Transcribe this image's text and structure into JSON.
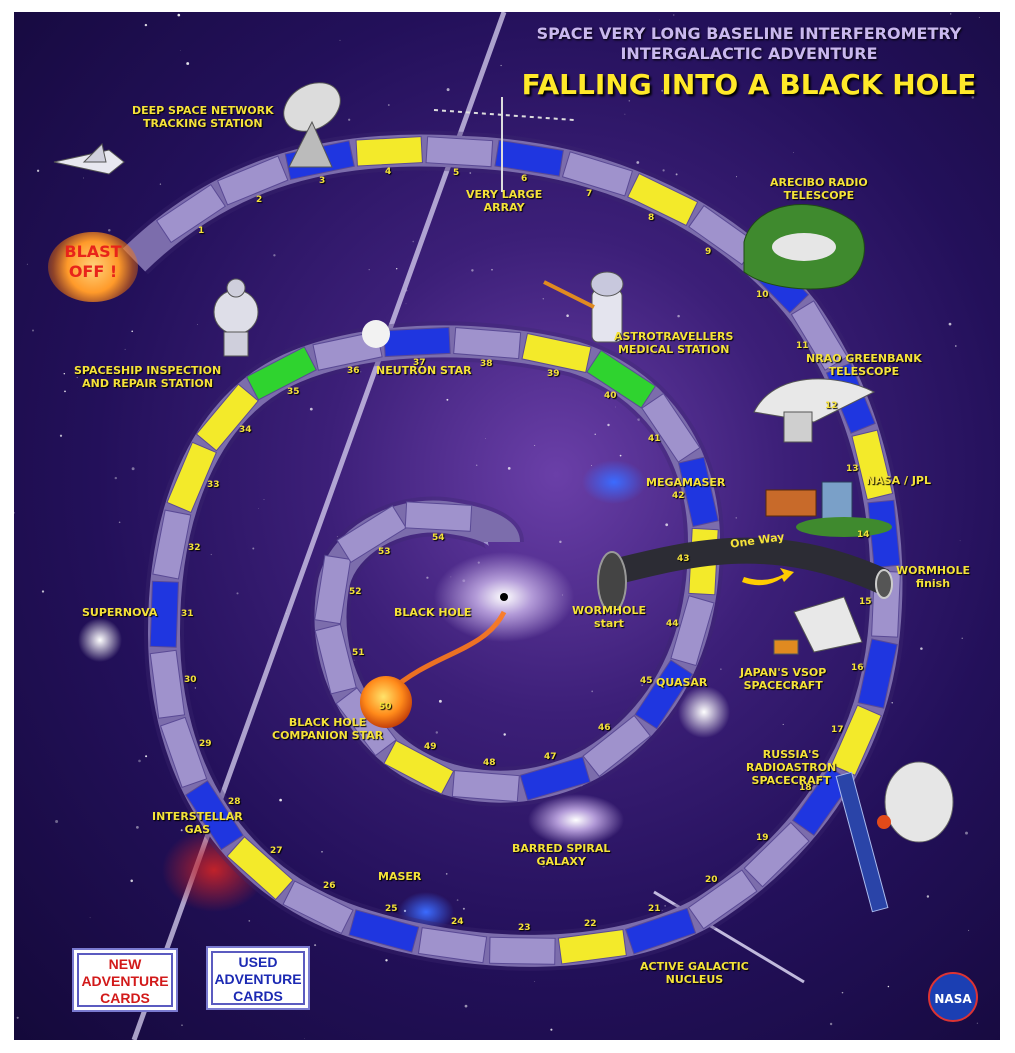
{
  "title": {
    "line1": "SPACE VERY LONG BASELINE INTERFEROMETRY",
    "line2": "INTERGALACTIC ADVENTURE",
    "main": "FALLING INTO A BLACK HOLE"
  },
  "start": {
    "label_line1": "BLAST",
    "label_line2": "OFF !"
  },
  "locations": {
    "deep_space": [
      "DEEP SPACE NETWORK",
      "TRACKING STATION"
    ],
    "vla": [
      "VERY LARGE",
      "ARRAY"
    ],
    "arecibo": [
      "ARECIBO RADIO",
      "TELESCOPE"
    ],
    "astro_med": [
      "ASTROTRAVELLERS",
      "MEDICAL STATION"
    ],
    "greenbank": [
      "NRAO GREENBANK",
      "TELESCOPE"
    ],
    "spaceship_repair": [
      "SPACESHIP INSPECTION",
      "AND REPAIR STATION"
    ],
    "neutron_star": "NEUTRON STAR",
    "megamaser": "MEGAMASER",
    "nasa_jpl": "NASA / JPL",
    "wormhole_finish": [
      "WORMHOLE",
      "finish"
    ],
    "wormhole_start": [
      "WORMHOLE",
      "start"
    ],
    "one_way": "One Way",
    "black_hole": "BLACK HOLE",
    "supernova": "SUPERNOVA",
    "quasar": "QUASAR",
    "vsop": [
      "JAPAN'S VSOP",
      "SPACECRAFT"
    ],
    "companion": [
      "BLACK HOLE",
      "COMPANION STAR"
    ],
    "radioastron": [
      "RUSSIA'S",
      "RADIOASTRON",
      "SPACECRAFT"
    ],
    "interstellar": [
      "INTERSTELLAR",
      "GAS"
    ],
    "barred": [
      "BARRED SPIRAL",
      "GALAXY"
    ],
    "maser": "MASER",
    "agn": [
      "ACTIVE GALACTIC",
      "NUCLEUS"
    ]
  },
  "cards": {
    "new": [
      "NEW",
      "ADVENTURE",
      "CARDS"
    ],
    "used": [
      "USED",
      "ADVENTURE",
      "CARDS"
    ]
  },
  "logo": "NASA",
  "space_numbers": [
    "1",
    "2",
    "3",
    "4",
    "5",
    "6",
    "7",
    "8",
    "9",
    "10",
    "11",
    "12",
    "13",
    "14",
    "15",
    "16",
    "17",
    "18",
    "19",
    "20",
    "21",
    "22",
    "23",
    "24",
    "25",
    "26",
    "27",
    "28",
    "29",
    "30",
    "31",
    "32",
    "33",
    "34",
    "35",
    "36",
    "37",
    "38",
    "39",
    "40",
    "41",
    "42",
    "43",
    "44",
    "45",
    "46",
    "47",
    "48",
    "49",
    "50",
    "51",
    "52",
    "53",
    "54"
  ],
  "space_types": {
    "yellow": [
      "4",
      "8",
      "13",
      "17",
      "22",
      "27",
      "33",
      "34",
      "39",
      "43",
      "49"
    ],
    "blue": [
      "3",
      "6",
      "10",
      "12",
      "14",
      "16",
      "18",
      "21",
      "25",
      "28",
      "31",
      "37",
      "42",
      "45",
      "47"
    ],
    "green": [
      "35",
      "40"
    ]
  },
  "colors": {
    "track": "#9f92cc",
    "yellow_space": "#f3ea2a",
    "blue_space": "#1f36e0",
    "green_space": "#2fd32f",
    "label": "#f5e23a"
  }
}
